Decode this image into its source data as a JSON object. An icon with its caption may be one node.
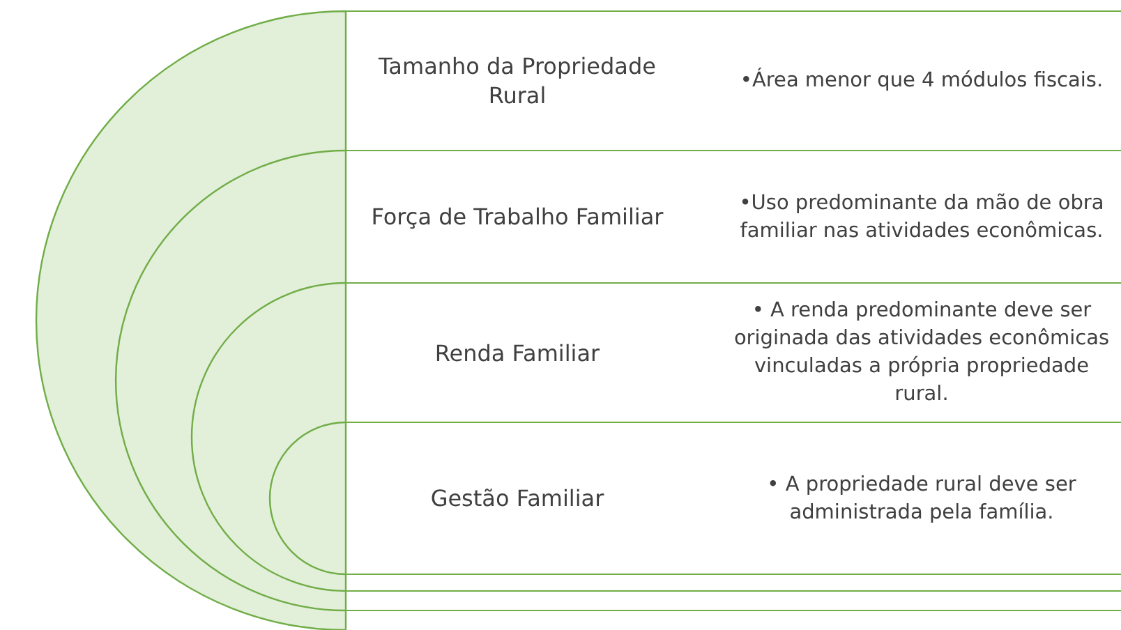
{
  "diagram": {
    "nodes": [
      {
        "text": [
          "Tamanho da Propriedade Rural",
          "•Área menor que 4 módulos fiscais."
        ]
      },
      {
        "text": [
          "Força de Trabalho Familiar",
          "•Uso predominante da mão de obra familiar nas atividades econômicas."
        ]
      },
      {
        "text": [
          "Renda Familiar",
          "• A renda predominante deve ser originada das atividades econômicas vinculadas a própria propriedade rural."
        ]
      },
      {
        "text": [
          "Gestão Familiar",
          "• A propriedade rural deve ser administrada pela família."
        ]
      }
    ]
  }
}
